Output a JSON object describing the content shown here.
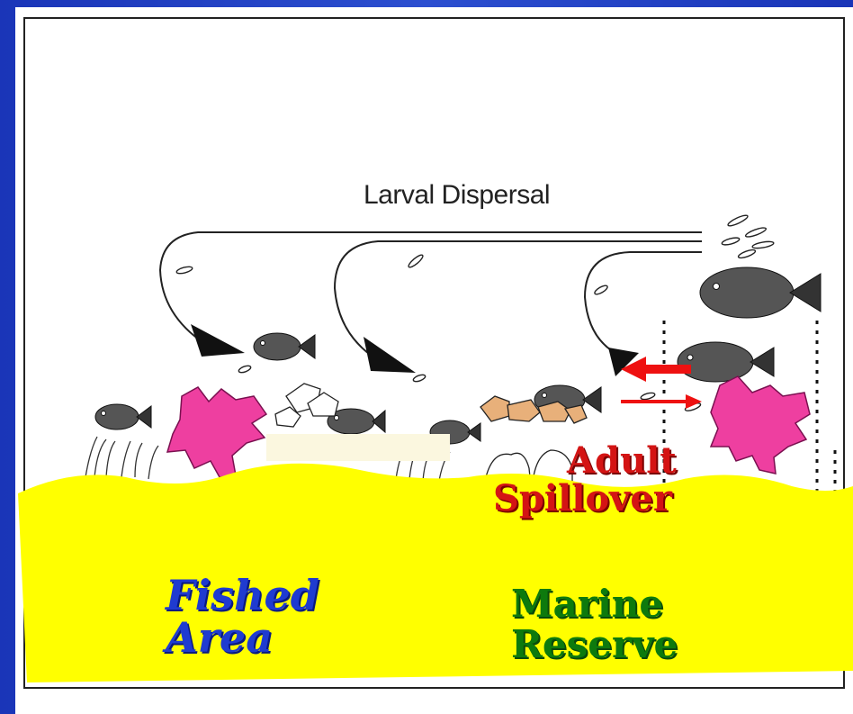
{
  "diagram": {
    "title": "Larval Dispersal",
    "fished_area_label": [
      "Fished",
      "Area"
    ],
    "marine_reserve_label": [
      "Marine",
      "Reserve"
    ],
    "spillover_label": [
      "Adult",
      "Spillover"
    ]
  },
  "colors": {
    "background_blue": "#2c4fd0",
    "sand_yellow": "#ffff00",
    "coral_pink": "#ee3fa0",
    "arrow_red": "#ee1111",
    "fished_text": "#1f3bd0",
    "reserve_text": "#0d7a0d",
    "spillover_text": "#d41414",
    "rock_tan": "#e8b07a"
  },
  "icons": [
    "fish-icon",
    "larva-icon",
    "coral-icon",
    "rock-icon",
    "arrow-icon"
  ]
}
